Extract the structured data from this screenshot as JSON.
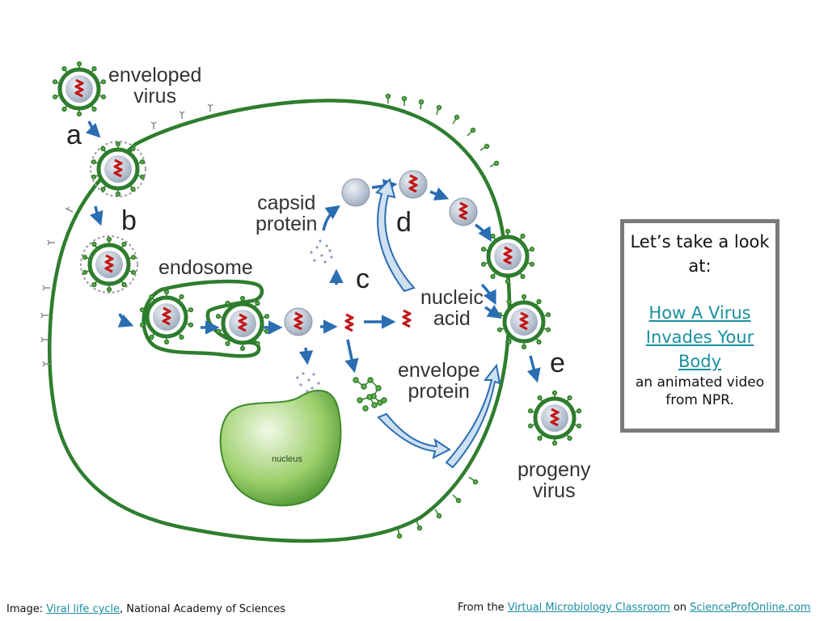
{
  "labels": {
    "enveloped_virus": [
      "enveloped",
      "virus"
    ],
    "capsid_protein": [
      "capsid",
      "protein"
    ],
    "endosome": "endosome",
    "nucleic_acid": [
      "nucleic",
      "acid"
    ],
    "envelope_protein": [
      "envelope",
      "protein"
    ],
    "progeny_virus": [
      "progeny",
      "virus"
    ],
    "nucleus": "nucleus"
  },
  "steps": [
    "a",
    "b",
    "c",
    "d",
    "e"
  ],
  "callout": {
    "intro": "Let’s take a look at:",
    "link_text": "How A Virus Invades Your Body",
    "desc_line1": "an animated video",
    "desc_line2": "from NPR."
  },
  "footer_left": {
    "prefix": "Image: ",
    "link": "Viral life cycle",
    "suffix": ", National Academy of Sciences"
  },
  "footer_right": {
    "prefix": "From the ",
    "link1": "Virtual Microbiology Classroom",
    "middle": " on ",
    "link2": "ScienceProfOnline.com"
  },
  "colors": {
    "membrane": "#2e7d2e",
    "capsid": "#b9c4d3",
    "rna": "#c01818",
    "arrow": "#2a6db2",
    "nucleus": "#6fae3e",
    "frame": "#7a7a7a",
    "link": "#1a8fa0"
  }
}
